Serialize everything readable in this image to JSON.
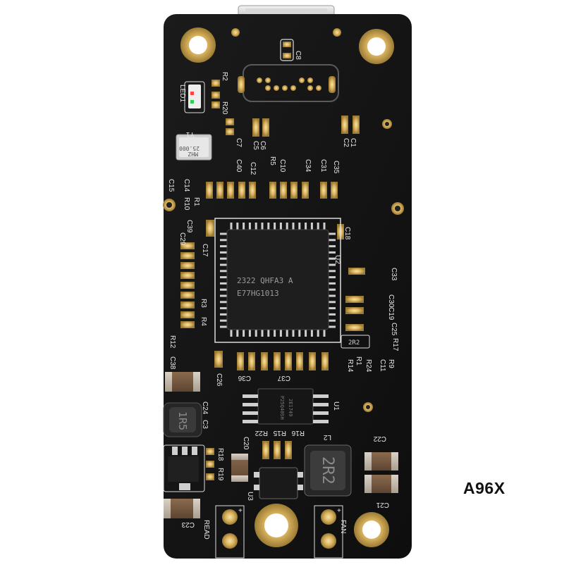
{
  "caption": "A96X",
  "chip": {
    "line1": "2322  QHFA3  A",
    "line2": "E77HG1013"
  },
  "crystal": {
    "line1": "25.000",
    "line2": "MHZ"
  },
  "inductor_small": "1R5",
  "inductor_large": "2R2",
  "resistor_2r2": "2R2",
  "flash_chip": {
    "line1": "P25Q40SH",
    "line2": "2E1749"
  },
  "silk": {
    "c8": "C8",
    "led1": "LED1",
    "r2": "R2",
    "r20": "R20",
    "c7": "C7",
    "c40": "C40",
    "c5": "C5",
    "c6": "C6",
    "c12": "C12",
    "r5": "R5",
    "c10": "C10",
    "c34": "C34",
    "c31": "C31",
    "c35": "C35",
    "c1": "C1",
    "c2": "C2",
    "c15": "C15",
    "c14": "C14",
    "r1": "R1",
    "r10": "R10",
    "y1": "Y1",
    "c39": "C39",
    "c29": "C29",
    "c17": "C17",
    "c18": "C18",
    "u2": "U2",
    "c33": "C33",
    "c30": "C30",
    "c19": "C19",
    "c25": "C25",
    "r17": "R17",
    "r12": "R12",
    "r3": "R3",
    "r4": "R4",
    "r24": "R24",
    "r1b": "R1",
    "r9": "R9",
    "c11": "C11",
    "r14": "R14",
    "c38": "C38",
    "c26": "C26",
    "c36": "C36",
    "c37": "C37",
    "c24": "C24",
    "c3": "C3",
    "u1": "U1",
    "r22": "R22",
    "r15": "R15",
    "r16": "R16",
    "l2": "L2",
    "c22": "C22",
    "c20": "C20",
    "r18": "R18",
    "r19": "R19",
    "u3": "U3",
    "c23": "C23",
    "c21": "C21",
    "read": "READ",
    "fan": "FAN",
    "plus1": "+",
    "plus2": "+"
  }
}
